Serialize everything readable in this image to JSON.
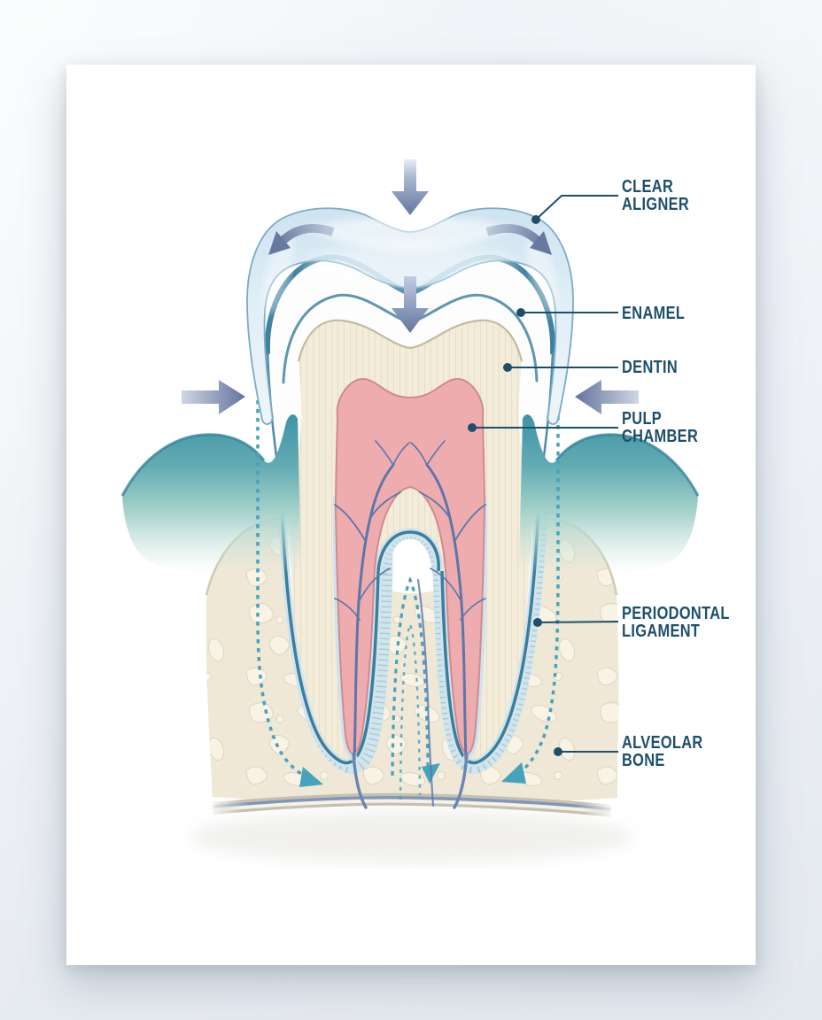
{
  "diagram": {
    "subject": "clear aligner force on tooth cross-section",
    "labels": [
      {
        "id": "clear-aligner",
        "text": "CLEAR\nALIGNER"
      },
      {
        "id": "enamel",
        "text": "ENAMEL"
      },
      {
        "id": "dentin",
        "text": "DENTIN"
      },
      {
        "id": "pulp-chamber",
        "text": "PULP\nCHAMBER"
      },
      {
        "id": "periodontal-ligament",
        "text": "PERIODONTAL\nLIGAMENT"
      },
      {
        "id": "alveolar-bone",
        "text": "ALVEOLAR\nBONE"
      }
    ],
    "colors": {
      "label_text": "#1d4f6b",
      "callout_line": "#1d4f6b",
      "aligner_fill": "#cfe3ef",
      "aligner_outline": "#7cabc4",
      "enamel_outline": "#3f82a0",
      "dentin_fill": "#f3ecd9",
      "pulp_fill": "#eeacaf",
      "pulp_outline": "#cf8a92",
      "vessel_blue": "#5d76aa",
      "gum_teal": "#3f93a6",
      "bone_fill": "#efe8d6",
      "pdl_band": "#cfe6ef",
      "dashed_guide": "#47a3bc",
      "force_arrow": "#64769f",
      "card": "#ffffff",
      "background": "#e9edf2"
    }
  }
}
